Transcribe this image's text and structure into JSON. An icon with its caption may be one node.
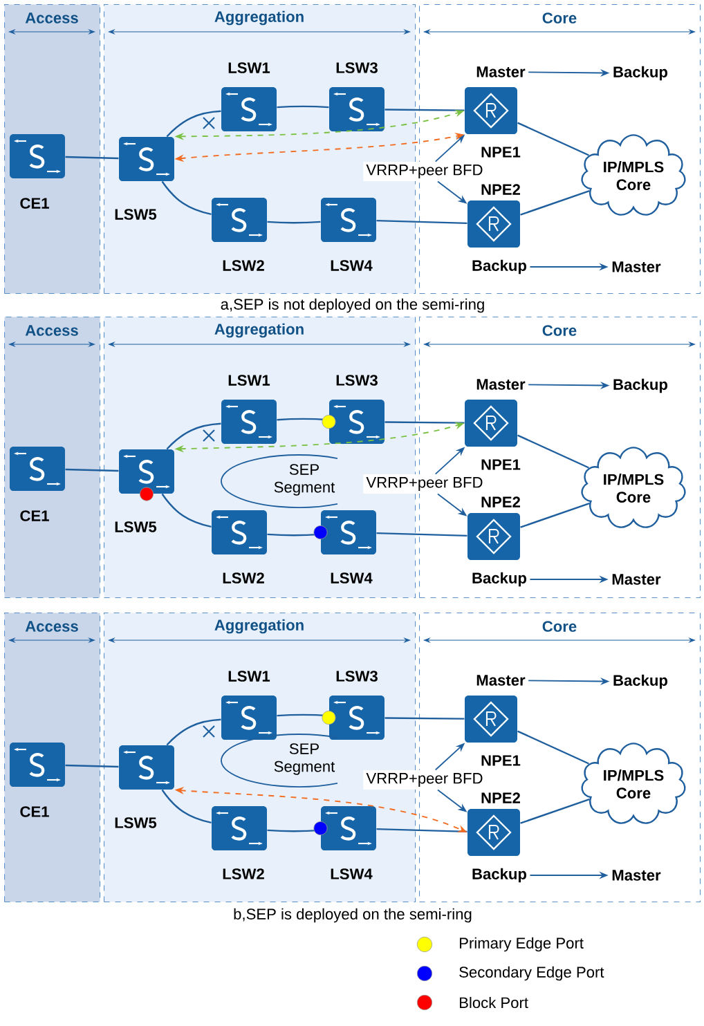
{
  "diagram": {
    "nodes": [
      {
        "text": [
          "Access"
        ]
      },
      {
        "text": [
          "Aggregation"
        ]
      },
      {
        "text": [
          "Core"
        ]
      },
      {
        "text": [
          "CE1"
        ],
        "in": 0
      },
      {
        "text": [
          "LSW1"
        ],
        "in": 1
      },
      {
        "text": [
          "LSW3"
        ],
        "in": 1
      },
      {
        "text": [
          "LSW5"
        ],
        "in": 1
      },
      {
        "text": [
          "LSW2"
        ],
        "in": 1
      },
      {
        "text": [
          "LSW4"
        ],
        "in": 1
      },
      {
        "text": [
          "Master"
        ],
        "in": 2
      },
      {
        "text": [
          "Backup"
        ],
        "in": 2
      },
      {
        "text": [
          "NPE1"
        ],
        "in": 2
      },
      {
        "text": [
          "VRRP+peer BFD"
        ]
      },
      {
        "text": [
          "NPE2"
        ],
        "in": 2
      },
      {
        "text": [
          "IP/MPLS Core"
        ],
        "in": 2
      },
      {
        "text": [
          "Backup"
        ],
        "in": 2
      },
      {
        "text": [
          "Master"
        ],
        "in": 2
      },
      {
        "text": [
          "Access"
        ]
      },
      {
        "text": [
          "Aggregation"
        ]
      },
      {
        "text": [
          "Core"
        ]
      },
      {
        "text": [
          "CE1"
        ],
        "in": 17
      },
      {
        "text": [
          "LSW1"
        ],
        "in": 18
      },
      {
        "text": [
          "LSW3"
        ],
        "in": 18
      },
      {
        "text": [
          "LSW5"
        ],
        "in": 18
      },
      {
        "text": [
          "LSW2"
        ],
        "in": 18
      },
      {
        "text": [
          "LSW4"
        ],
        "in": 18
      },
      {
        "text": [
          "Master"
        ],
        "in": 19
      },
      {
        "text": [
          "Backup"
        ],
        "in": 19
      },
      {
        "text": [
          "NPE1"
        ],
        "in": 19
      },
      {
        "text": [
          "VRRP+peer BFD"
        ]
      },
      {
        "text": [
          "NPE2"
        ],
        "in": 19
      },
      {
        "text": [
          "IP/MPLS Core"
        ],
        "in": 19
      },
      {
        "text": [
          "Backup"
        ],
        "in": 19
      },
      {
        "text": [
          "Master"
        ],
        "in": 19
      },
      {
        "text": [
          "SEP Segment"
        ],
        "in": 18
      },
      {
        "text": [
          "Access"
        ]
      },
      {
        "text": [
          "Aggregation"
        ]
      },
      {
        "text": [
          "Core"
        ]
      },
      {
        "text": [
          "CE1"
        ],
        "in": 35
      },
      {
        "text": [
          "LSW1"
        ],
        "in": 36
      },
      {
        "text": [
          "LSW3"
        ],
        "in": 36
      },
      {
        "text": [
          "LSW5"
        ],
        "in": 36
      },
      {
        "text": [
          "LSW2"
        ],
        "in": 36
      },
      {
        "text": [
          "LSW4"
        ],
        "in": 36
      },
      {
        "text": [
          "Master"
        ],
        "in": 37
      },
      {
        "text": [
          "Backup"
        ],
        "in": 37
      },
      {
        "text": [
          "NPE1"
        ],
        "in": 37
      },
      {
        "text": [
          "VRRP+peer BFD"
        ]
      },
      {
        "text": [
          "NPE2"
        ],
        "in": 37
      },
      {
        "text": [
          "IP/MPLS Core"
        ],
        "in": 37
      },
      {
        "text": [
          "Backup"
        ],
        "in": 37
      },
      {
        "text": [
          "Master"
        ],
        "in": 37
      },
      {
        "text": [
          "SEP Segment"
        ],
        "in": 36
      }
    ],
    "edges": [
      {
        "from": 3,
        "to": 6,
        "arrow": "none"
      },
      {
        "from": 6,
        "to": 4,
        "arrow": "none"
      },
      {
        "from": 4,
        "to": 5,
        "arrow": "none"
      },
      {
        "from": 5,
        "to": 11,
        "arrow": "none"
      },
      {
        "from": 6,
        "to": 7,
        "arrow": "none"
      },
      {
        "from": 7,
        "to": 8,
        "arrow": "none"
      },
      {
        "from": 8,
        "to": 13,
        "arrow": "none"
      },
      {
        "from": 11,
        "to": 14,
        "arrow": "none"
      },
      {
        "from": 13,
        "to": 14,
        "arrow": "none"
      },
      {
        "from": 9,
        "to": 10,
        "arrow": "to"
      },
      {
        "from": 15,
        "to": 16,
        "arrow": "to"
      },
      {
        "from": 12,
        "to": 11,
        "arrow": "to"
      },
      {
        "from": 12,
        "to": 13,
        "arrow": "to"
      },
      {
        "from": 6,
        "to": 11,
        "arrow": "both",
        "style": "dashed",
        "color": "#7ac143"
      },
      {
        "from": 6,
        "to": 11,
        "arrow": "both",
        "style": "dashed",
        "color": "#f26b21"
      },
      {
        "from": 20,
        "to": 23,
        "arrow": "none"
      },
      {
        "from": 23,
        "to": 21,
        "arrow": "none"
      },
      {
        "from": 21,
        "to": 22,
        "arrow": "none"
      },
      {
        "from": 22,
        "to": 28,
        "arrow": "none"
      },
      {
        "from": 23,
        "to": 24,
        "arrow": "none"
      },
      {
        "from": 24,
        "to": 25,
        "arrow": "none"
      },
      {
        "from": 25,
        "to": 30,
        "arrow": "none"
      },
      {
        "from": 28,
        "to": 31,
        "arrow": "none"
      },
      {
        "from": 30,
        "to": 31,
        "arrow": "none"
      },
      {
        "from": 26,
        "to": 27,
        "arrow": "to"
      },
      {
        "from": 32,
        "to": 33,
        "arrow": "to"
      },
      {
        "from": 29,
        "to": 28,
        "arrow": "to"
      },
      {
        "from": 29,
        "to": 30,
        "arrow": "to"
      },
      {
        "from": 23,
        "to": 28,
        "arrow": "both",
        "style": "dashed",
        "color": "#7ac143"
      },
      {
        "from": 38,
        "to": 41,
        "arrow": "none"
      },
      {
        "from": 41,
        "to": 39,
        "arrow": "none"
      },
      {
        "from": 39,
        "to": 40,
        "arrow": "none"
      },
      {
        "from": 40,
        "to": 46,
        "arrow": "none"
      },
      {
        "from": 41,
        "to": 42,
        "arrow": "none"
      },
      {
        "from": 42,
        "to": 43,
        "arrow": "none"
      },
      {
        "from": 43,
        "to": 48,
        "arrow": "none"
      },
      {
        "from": 46,
        "to": 49,
        "arrow": "none"
      },
      {
        "from": 48,
        "to": 49,
        "arrow": "none"
      },
      {
        "from": 44,
        "to": 45,
        "arrow": "to"
      },
      {
        "from": 50,
        "to": 51,
        "arrow": "to"
      },
      {
        "from": 47,
        "to": 46,
        "arrow": "to"
      },
      {
        "from": 47,
        "to": 48,
        "arrow": "to"
      },
      {
        "from": 41,
        "to": 48,
        "arrow": "both",
        "style": "dashed",
        "color": "#f26b21"
      }
    ],
    "labels": [
      "a,SEP is not deployed on the semi-ring",
      "b,SEP is deployed on the semi-ring"
    ],
    "legend": [
      {
        "text": "Primary Edge Port",
        "color": "#ffff00"
      },
      {
        "text": "Secondary Edge Port",
        "color": "#0000ff"
      },
      {
        "text": "Block Port",
        "color": "#ff0000"
      }
    ]
  }
}
